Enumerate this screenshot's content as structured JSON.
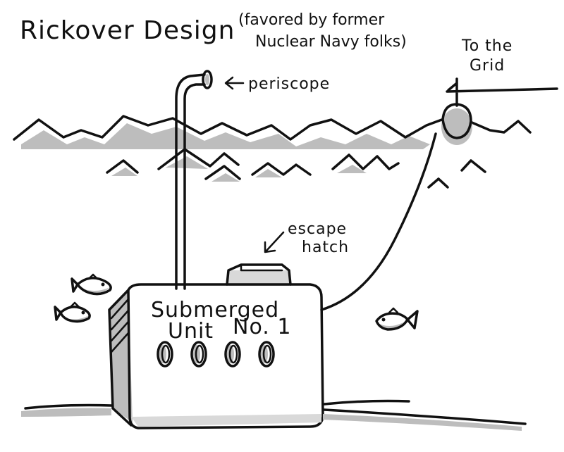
{
  "title": {
    "main": "Rickover Design",
    "note_line1": "(favored by former",
    "note_line2": "Nuclear Navy folks)"
  },
  "labels": {
    "periscope": "periscope",
    "grid_line1": "To the",
    "grid_line2": "Grid",
    "hatch_line1": "escape",
    "hatch_line2": "hatch"
  },
  "unit": {
    "line1": "Submerged",
    "line2_a": "Unit",
    "line2_b": "No. 1",
    "portholes": 4
  },
  "colors": {
    "ink": "#111111",
    "shade": "#bdbdbd"
  }
}
